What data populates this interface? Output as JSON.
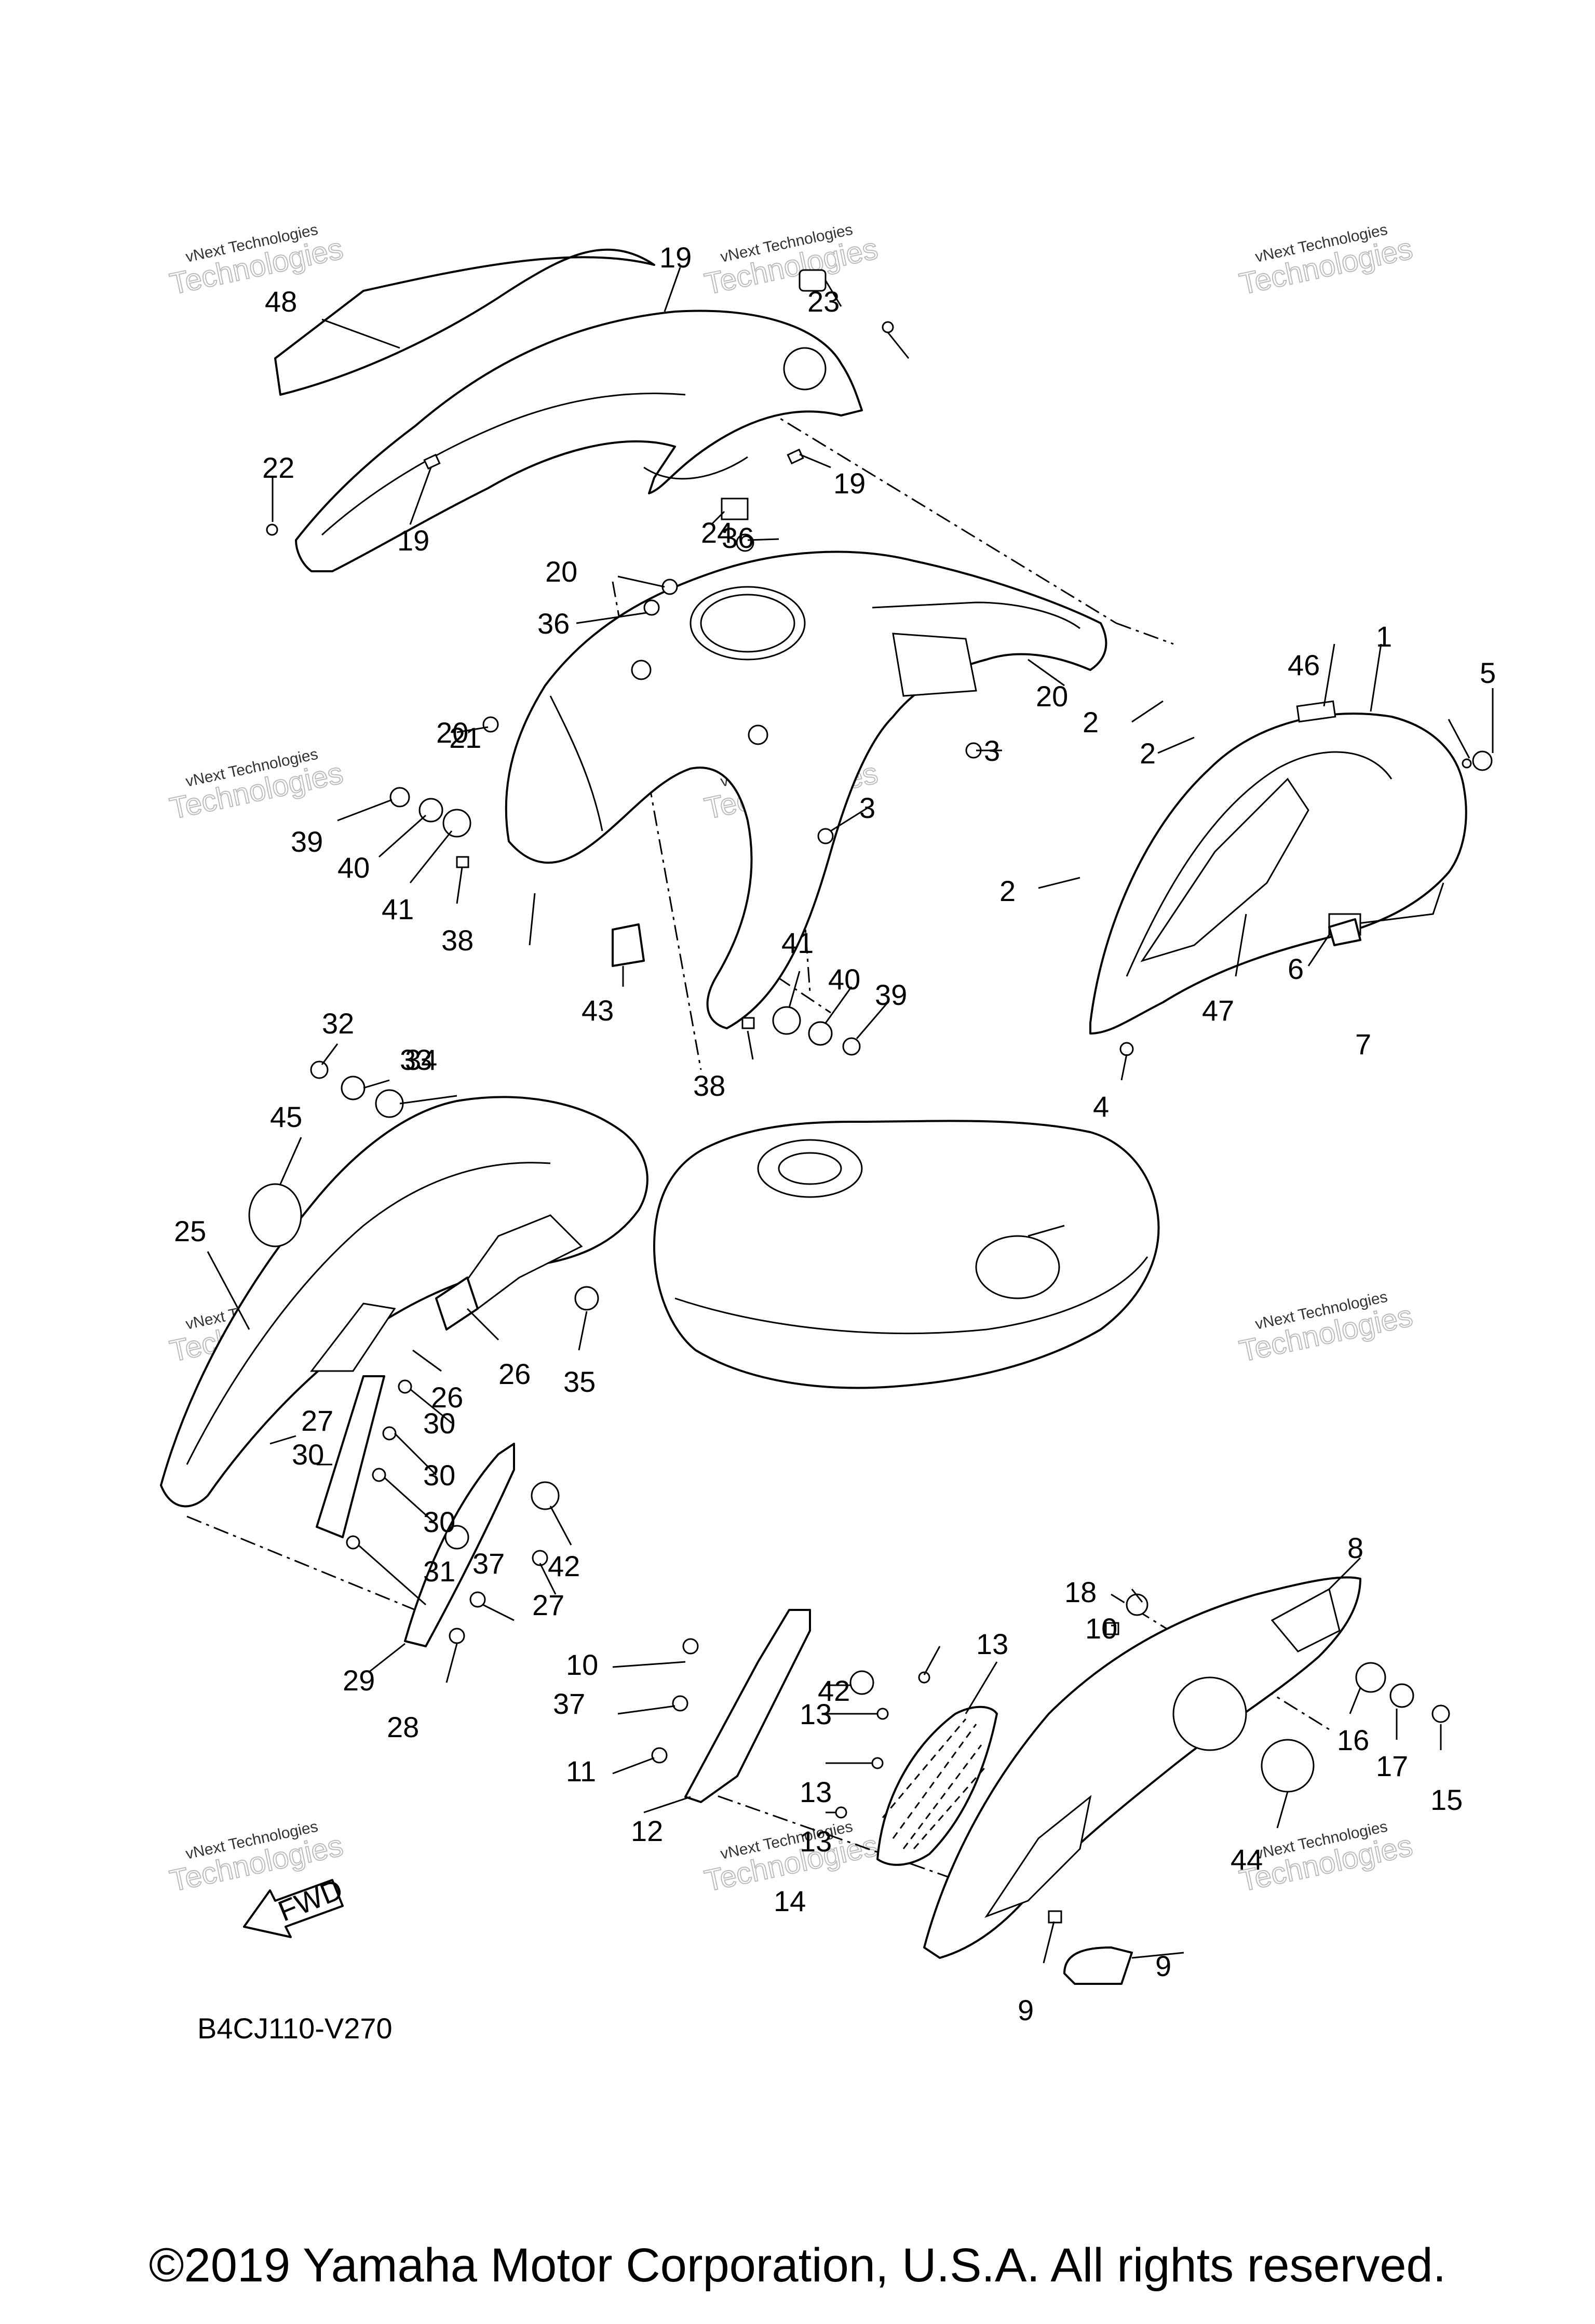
{
  "diagram": {
    "drawing_code": "B4CJ110-V270",
    "fwd_label": "FWD",
    "watermark_line1": "vNext Technologies",
    "watermark_line2": "Technologies",
    "callouts": [
      "1",
      "2",
      "2",
      "2",
      "3",
      "3",
      "4",
      "5",
      "6",
      "7",
      "8",
      "9",
      "9",
      "10",
      "10",
      "11",
      "12",
      "13",
      "13",
      "13",
      "13",
      "14",
      "15",
      "16",
      "17",
      "18",
      "19",
      "19",
      "19",
      "20",
      "20",
      "20",
      "21",
      "22",
      "23",
      "24",
      "25",
      "26",
      "26",
      "27",
      "27",
      "28",
      "29",
      "30",
      "30",
      "30",
      "30",
      "31",
      "32",
      "33",
      "34",
      "35",
      "36",
      "36",
      "37",
      "37",
      "38",
      "38",
      "39",
      "39",
      "40",
      "40",
      "41",
      "41",
      "42",
      "42",
      "43",
      "44",
      "45",
      "46",
      "47",
      "48"
    ]
  },
  "footer": {
    "copyright": "©2019 Yamaha Motor Corporation, U.S.A. All rights reserved."
  }
}
